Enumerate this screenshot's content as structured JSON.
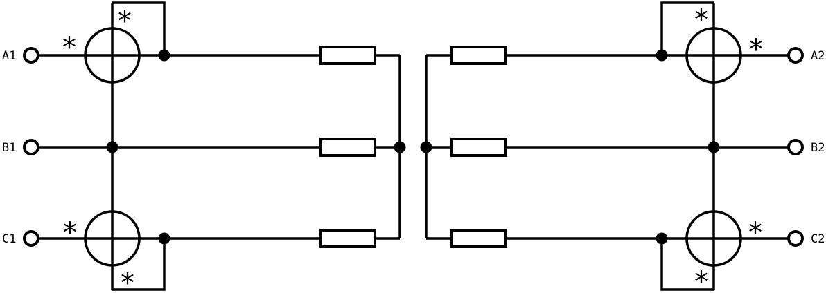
{
  "diagram": {
    "kind": "three-phase two-wattmeter measurement circuit",
    "polarity_mark": "*",
    "colors": {
      "line": "#000000",
      "background": "#ffffff"
    }
  },
  "terminals": {
    "a1": {
      "label": "A1"
    },
    "b1": {
      "label": "B1"
    },
    "c1": {
      "label": "C1"
    },
    "a2": {
      "label": "A2"
    },
    "b2": {
      "label": "B2"
    },
    "c2": {
      "label": "C2"
    }
  }
}
